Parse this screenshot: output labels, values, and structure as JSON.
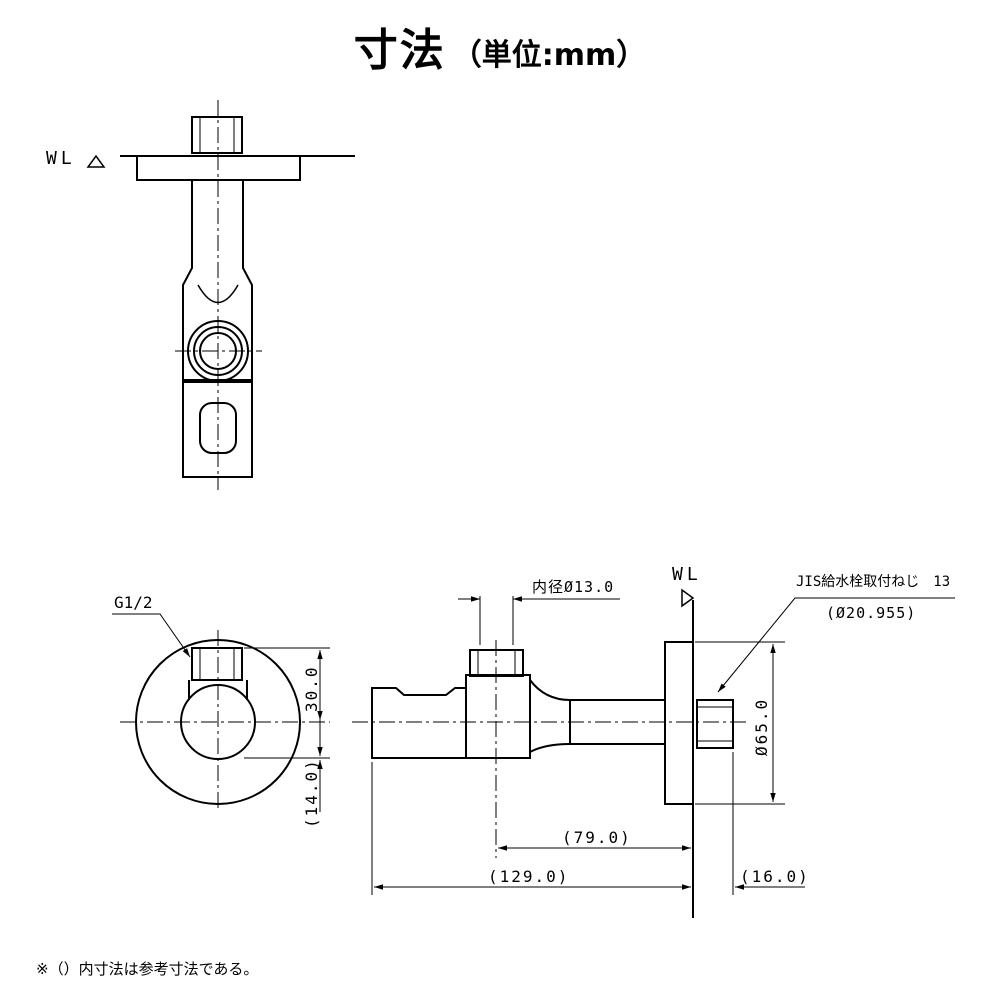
{
  "title": {
    "main": "寸法",
    "unit": "（単位:mm）"
  },
  "labels": {
    "wl_top": "WL",
    "wl_side": "WL",
    "g_thread": "G1/2",
    "inner_diameter": "内径Ø13.0",
    "jis_thread": "JIS給水栓取付ねじ　13",
    "jis_diameter": "(Ø20.955)"
  },
  "dimensions": {
    "d30": "30.0",
    "d14": "(14.0)",
    "d65": "Ø65.0",
    "d79": "(79.0)",
    "d129": "(129.0)",
    "d16": "(16.0)"
  },
  "footnote": "※（）内寸法は参考寸法である。"
}
